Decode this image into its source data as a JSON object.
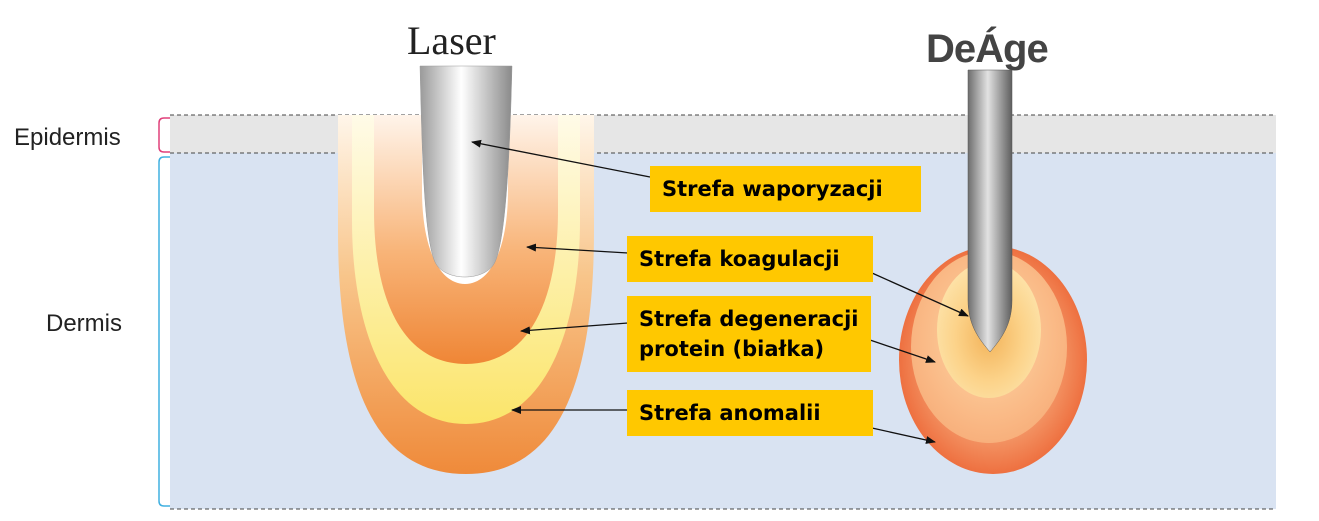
{
  "titles": {
    "laser": "Laser",
    "deage": "DeÁge"
  },
  "layers": {
    "epidermis": "Epidermis",
    "dermis": "Dermis"
  },
  "zones": {
    "vaporization": "Strefa waporyzacji",
    "coagulation": "Strefa koagulacji",
    "degeneration_line1": "Strefa degeneracji",
    "degeneration_line2": "protein (białka)",
    "anomaly": "Strefa anomalii"
  },
  "colors": {
    "epidermis": "#e6e6e6",
    "dermis": "#d9e3f2",
    "label_bg": "#ffc800",
    "epidermis_bracket": "#e0407a",
    "dermis_bracket": "#40b0e0",
    "zone_orange": "#f08a3c",
    "zone_yellow": "#fff070"
  }
}
